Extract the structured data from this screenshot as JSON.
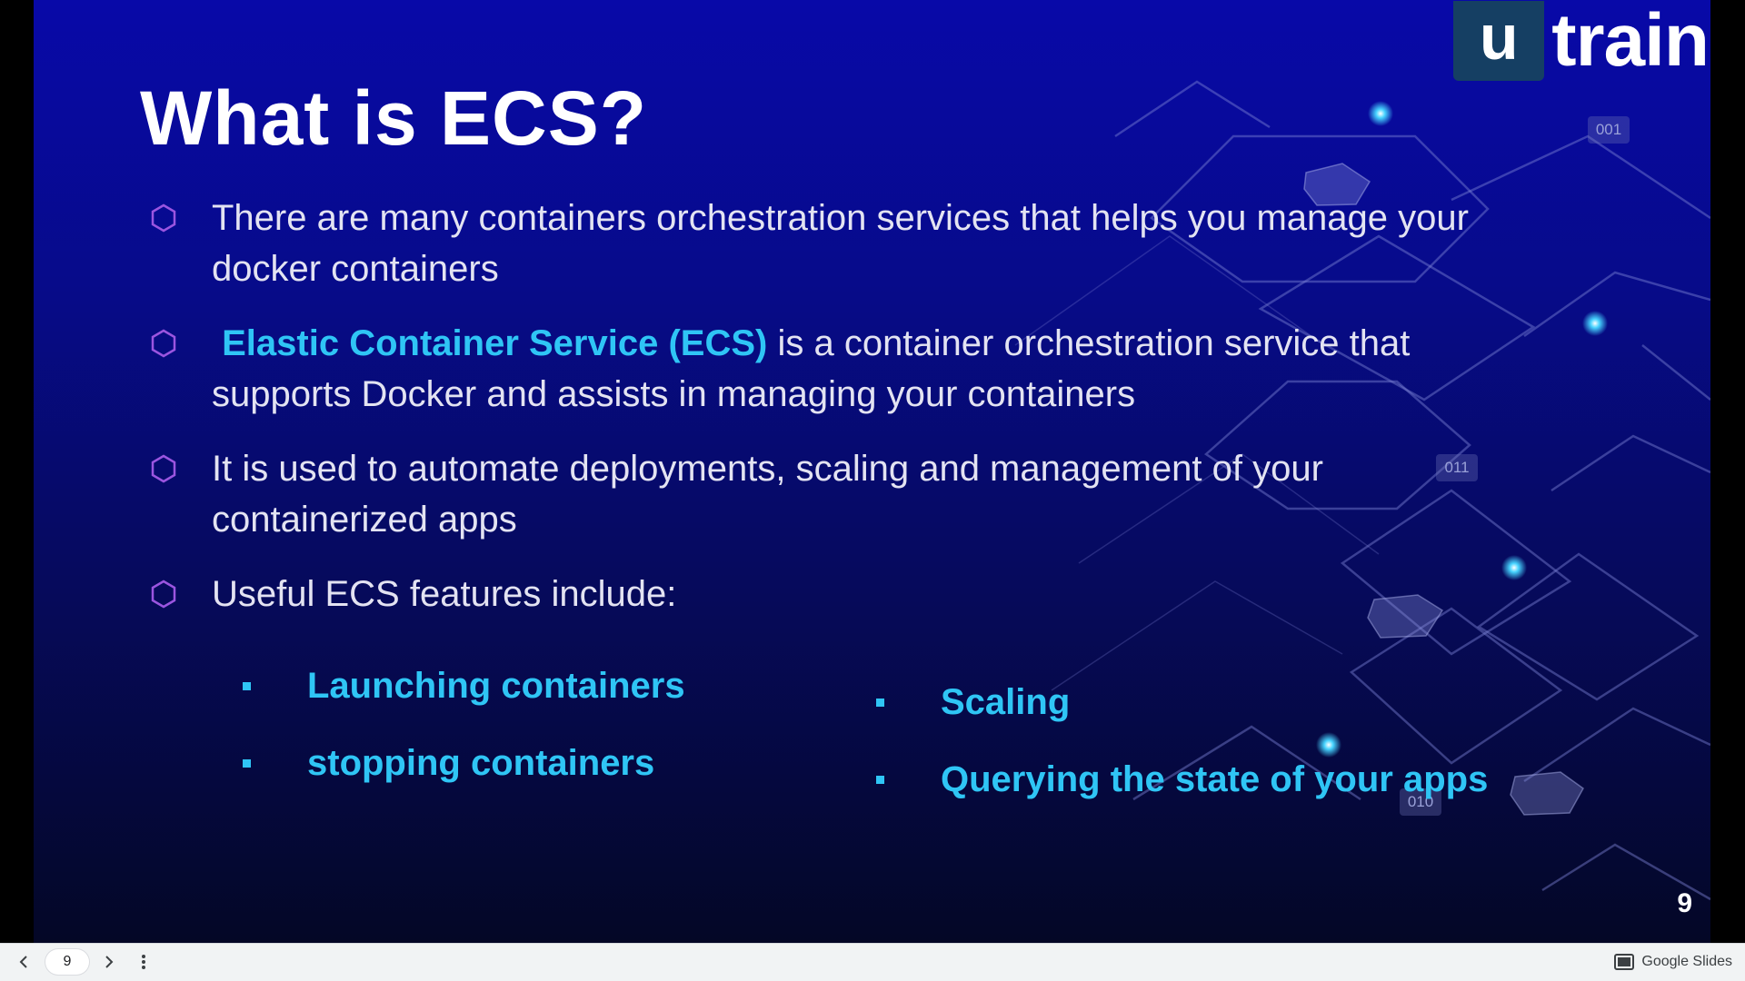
{
  "slide": {
    "logo": {
      "u": "u",
      "word": "train"
    },
    "title": "What is ECS?",
    "bullets": [
      {
        "highlight": "",
        "text": "There are many containers orchestration services that helps you manage your docker containers"
      },
      {
        "highlight": "Elastic Container Service (ECS)",
        "text": " is a container orchestration service that supports Docker and assists in managing your containers"
      },
      {
        "highlight": "",
        "text": "It is used to automate deployments, scaling and management of your containerized apps"
      },
      {
        "highlight": "",
        "text": " Useful ECS features include:"
      }
    ],
    "features_left": [
      "Launching containers",
      "stopping containers"
    ],
    "features_right": [
      "Scaling",
      "Querying the state of your apps"
    ],
    "binary_tags": [
      "001",
      "011",
      "010"
    ],
    "page_number": "9"
  },
  "bottom_bar": {
    "prev_icon": "chevron-left-icon",
    "current_page": "9",
    "next_icon": "chevron-right-icon",
    "menu_icon": "more-vert-icon",
    "brand_icon": "slides-icon",
    "brand_label": "Google Slides"
  },
  "colors": {
    "accent": "#2fc5f5",
    "bullet_marker": "#9b55e0",
    "body_text": "#e3e3f2",
    "logo_box": "#153f63"
  }
}
